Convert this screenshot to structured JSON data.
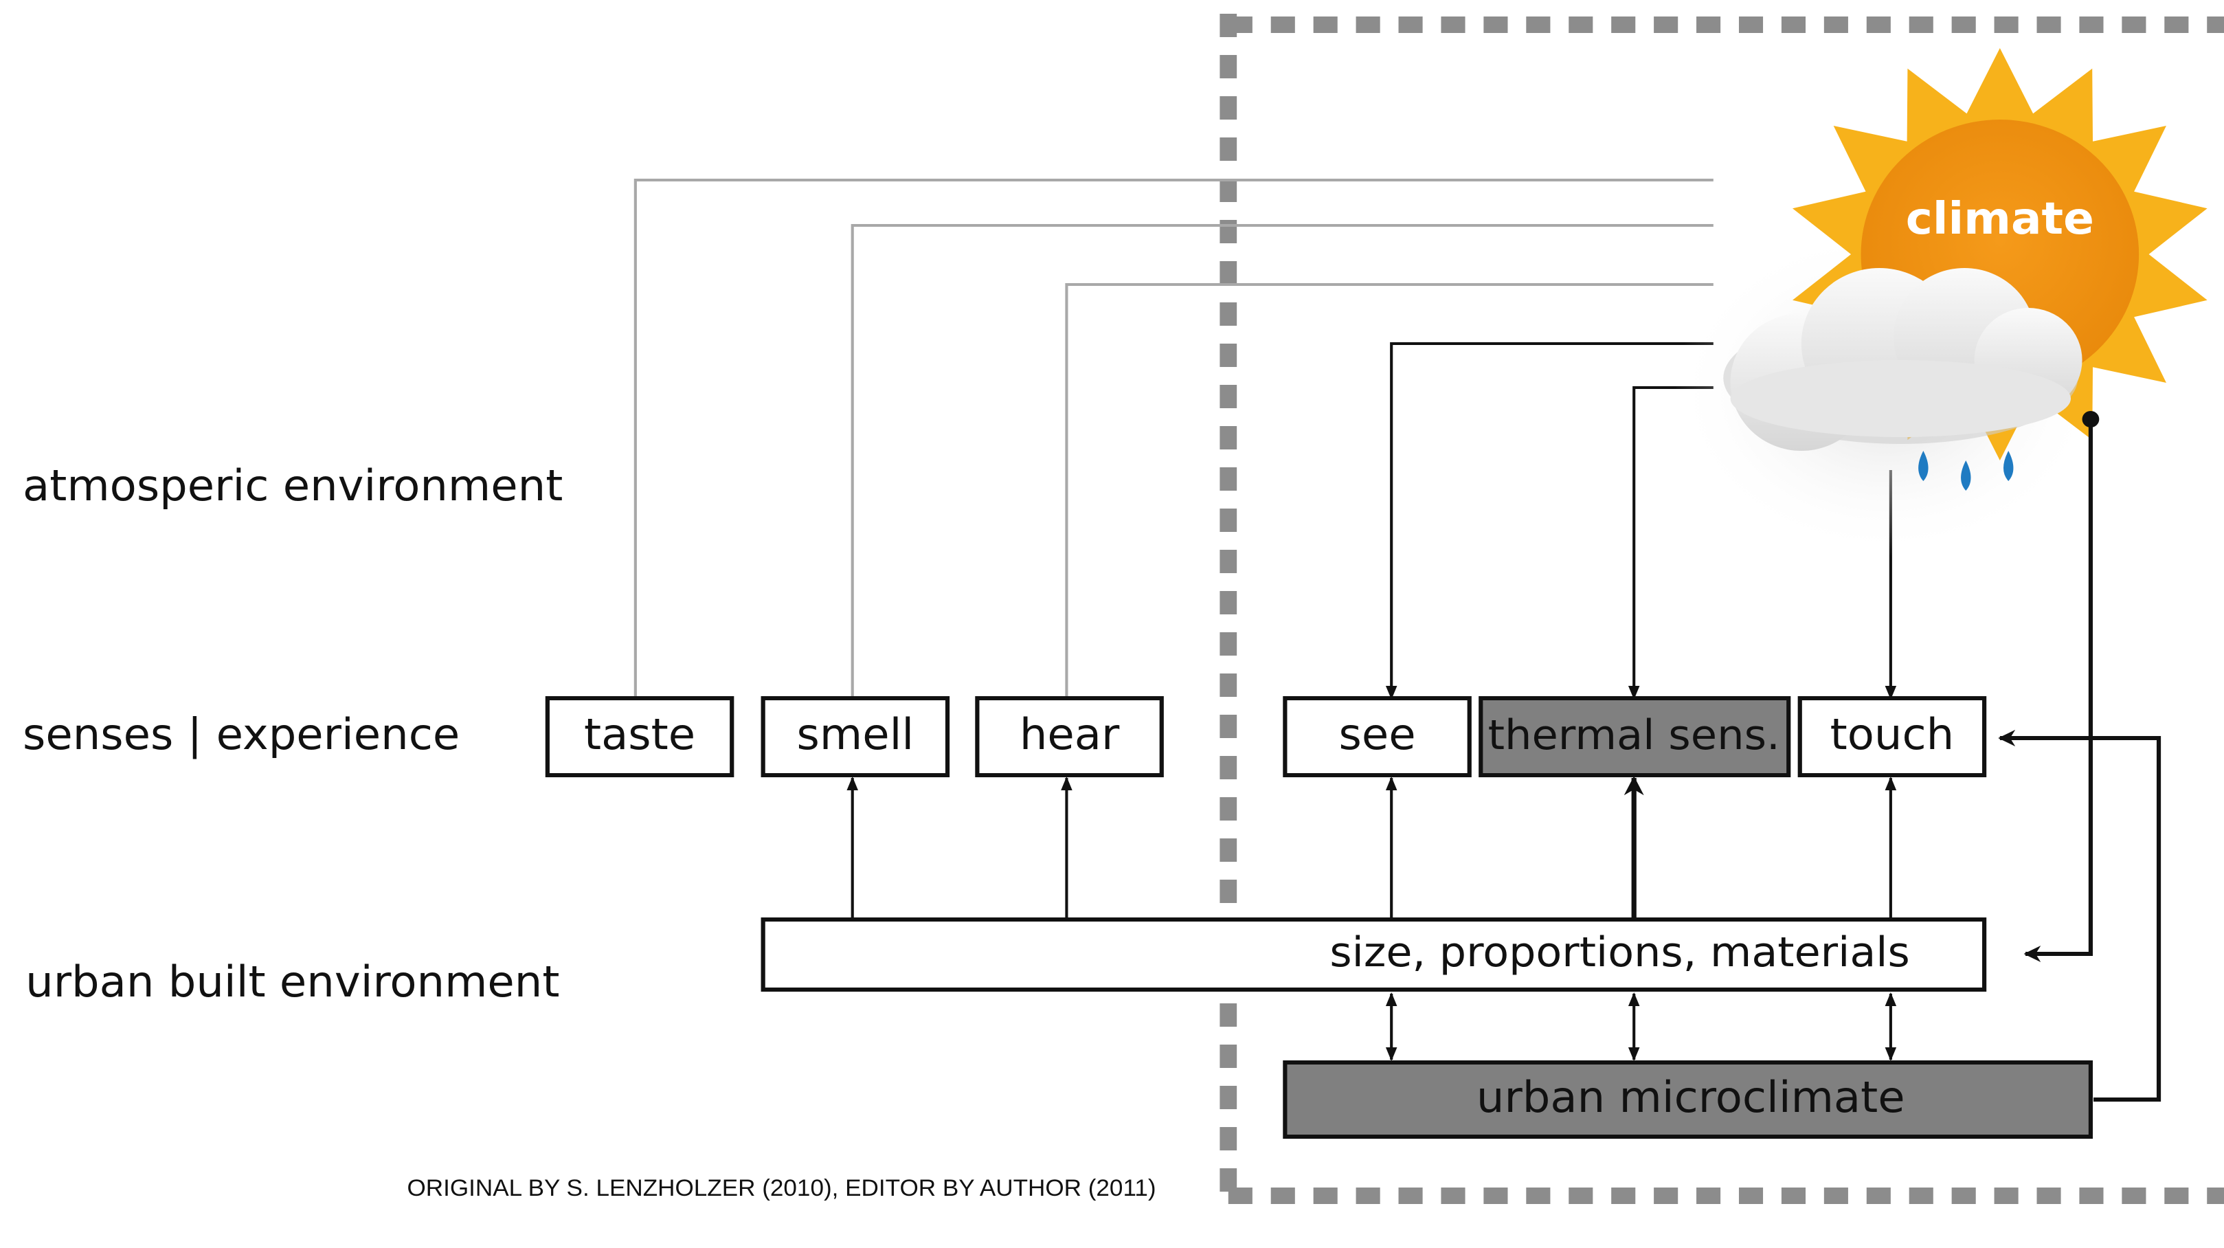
{
  "labels": {
    "atmospheric": "atmosperic environment",
    "senses": "senses | experience",
    "urban_built": "urban built environment"
  },
  "senses": {
    "taste": "taste",
    "smell": "smell",
    "hear": "hear",
    "see": "see",
    "thermal": "thermal sens.",
    "touch": "touch"
  },
  "built_box": "size, proportions, materials",
  "microclimate_box": "urban microclimate",
  "climate": "climate",
  "credit": "ORIGINAL BY S. LENZHOLZER (2010), EDITOR BY AUTHOR (2011)",
  "colors": {
    "sun": "#F7B21B",
    "sun_core": "#EE8E0E",
    "grey_box": "#808080",
    "grey_line": "#A8A8A8",
    "dash": "#8C8C8C",
    "rain": "#1F7BC2"
  }
}
